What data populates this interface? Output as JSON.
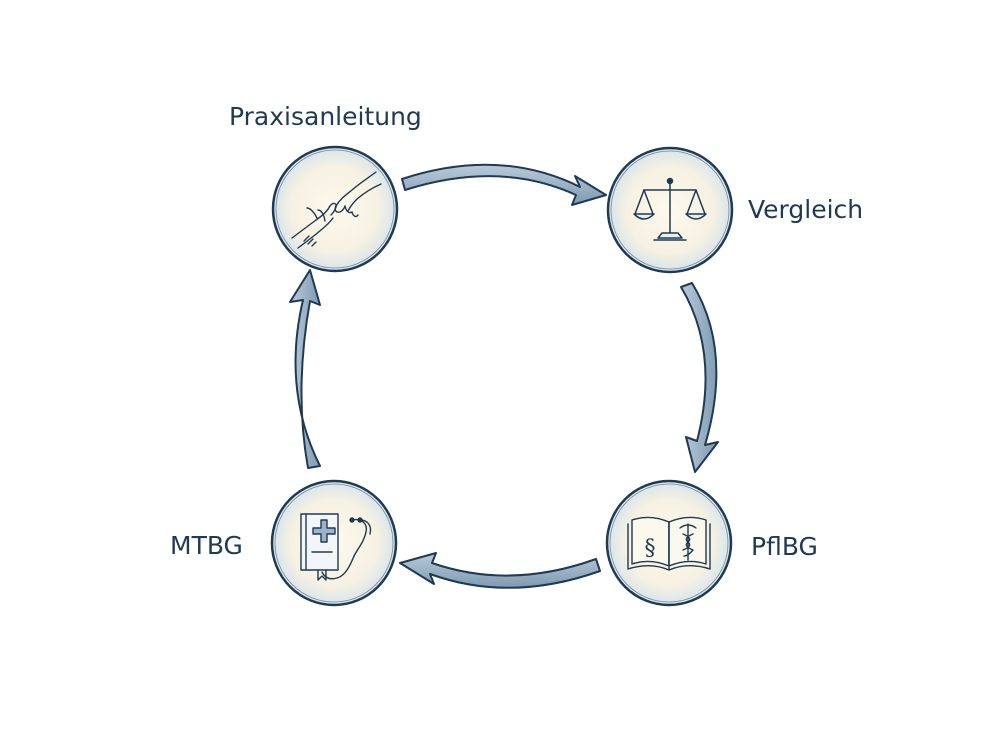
{
  "nodes": {
    "praxisanleitung": {
      "label": "Praxisanleitung",
      "icon": "helping-hands-icon"
    },
    "vergleich": {
      "label": "Vergleich",
      "icon": "scales-of-justice-icon"
    },
    "pflbg": {
      "label": "PflBG",
      "icon": "law-book-caduceus-icon"
    },
    "mtbg": {
      "label": "MTBG",
      "icon": "medical-book-stethoscope-icon"
    }
  },
  "colors": {
    "ink": "#1f3a52",
    "arrow_fill": "#9db3c7",
    "circle_fill": "#fbf6e7",
    "circle_wash": "#dbe7f0"
  }
}
